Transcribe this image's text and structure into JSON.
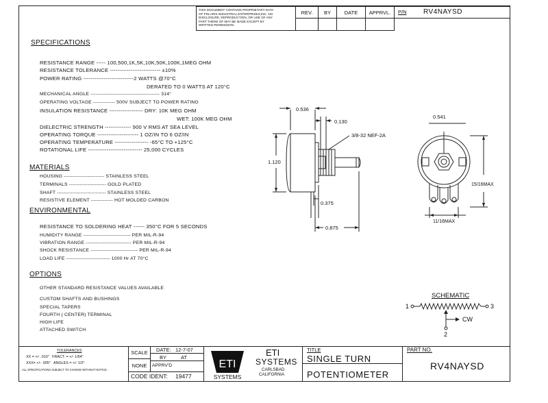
{
  "notice": {
    "lines": [
      "THIS DOCUMENT CONTAINS PROPRIETARY DATA",
      "OF POLARIS INDUSTRIAL ENTERPRISES,INC. NO",
      "DISCLOSURE, REPRODUCTION, OR USE OF ANY",
      "PART THERE OF MAY BE MADE EXCEPT BY",
      "WRITTEN PERMISSION."
    ]
  },
  "revblock": {
    "rev": "REV.",
    "by": "BY",
    "date": "DATE",
    "apprvl": "APPRVL.",
    "pn_label": "P/N",
    "pn_value": "RV4NAYSD"
  },
  "specifications": {
    "title": "SPECIFICATIONS",
    "lines": [
      "RESISTANCE RANGE ----- 100,500,1K,5K,10K,50K,100K,1MEG OHM",
      "RESISTANCE TOLERANCE --------------------------- ±10%",
      "POWER RATING ---------------------------2 WATTS @70°C",
      "DERATED TO 0 WATTS AT 120°C",
      "MECHANICAL ANGLE ----------------------------------------- 314°",
      "OPERATING VOLTAGE ------------- 500V SUBJECT TO POWER RATING",
      "INSULATION RESISTANCE ------------------ DRY: 10K MEG OHM",
      "WET: 100K MEG OHM",
      "DIELECTRIC STRENGTH -------------- 900 V RMS AT SEA LEVEL",
      "OPERATING TORQUE ---------------------- 1 OZ/IN TO 6 OZ/IN",
      "OPERATING TEMPERATURE ------------------ -65°C TO +125°C",
      "ROTATIONAL LIFE ----------------------------- 25,000 CYCLES"
    ]
  },
  "materials": {
    "title": "MATERIALS",
    "lines": [
      "HOUSING ------------------------ STAINLESS STEEL",
      "TERMINALS ---------------------- GOLD PLATED",
      "SHAFT ----------------------------- STAINLESS STEEL",
      "RESISTIVE ELEMENT ------------- HOT MOLDED CARBON"
    ]
  },
  "environmental": {
    "title": "ENVIRONMENTAL",
    "lines": [
      "RESISTANCE TO SOLDERING HEAT ------ 350°C FOR 5 SECONDS",
      "HUMIDITY RANGE ---------------------------- PER MIL-R-94",
      "VIBRATION RANGE --------------------------- PER MIL-R-94",
      "SHOCK RESISTANCE ---------------------------- PER MIL-R-94",
      "LOAD LIFE -------------------------- 1000 Hr AT 70°C"
    ]
  },
  "options": {
    "title": "OPTIONS",
    "lines": [
      "OTHER STANDARD RESISTANCE VALUES AVAILABLE",
      "CUSTOM SHAFTS AND BUSHINGS",
      "SPECIAL TAPERS",
      "FOURTH ( CENTER) TERMINAL",
      "HIGH LIFE",
      "ATTACHED SWITCH"
    ]
  },
  "drawing": {
    "dim_0536": "0.536",
    "dim_0130": "0.130",
    "thread": "3/8-32 NEF-2A",
    "dim_1120": "1.120",
    "dim_0375": "0.375",
    "dim_0875": "0.875",
    "dim_0541": "0.541",
    "dim_15_16": "15/16MAX",
    "dim_11_16": "11/16MAX"
  },
  "schematic": {
    "title": "SCHEMATIC",
    "pin1": "1",
    "pin3": "3",
    "pin2": "2",
    "cw": "CW"
  },
  "titleblock": {
    "tolerances_title": "TOLERANCES",
    "tol_line1": "XX = +/- .010\"   FRACT. = +/- 1/64\"",
    "tol_line2": "XXX= +/- .005\"   ANGLES = +/- 1/2°",
    "tol_line3": "ALL SPECIFICATIONS SUBJECT TO CHANGE WITHOUT NOTICE.",
    "scale_label": "SCALE",
    "scale_value": "NONE",
    "date_label": "DATE:",
    "date_value": "12-7-07",
    "by_label": "BY",
    "by_value": "AT",
    "apprvd_label": "APPRV'D",
    "code_ident_label": "CODE IDENT:",
    "code_ident_value": "19477",
    "logo_text": "ETI",
    "logo_systems": "SYSTEMS",
    "company_name": "ETI",
    "company_systems": "SYSTEMS",
    "company_city": "CARLSBAD",
    "company_state": "CALIFORNIA",
    "title_label": "TITLE",
    "title_line1": "SINGLE TURN",
    "title_line2": "POTENTIOMETER",
    "part_no_label": "PART NO.",
    "part_no_value": "RV4NAYSD"
  }
}
